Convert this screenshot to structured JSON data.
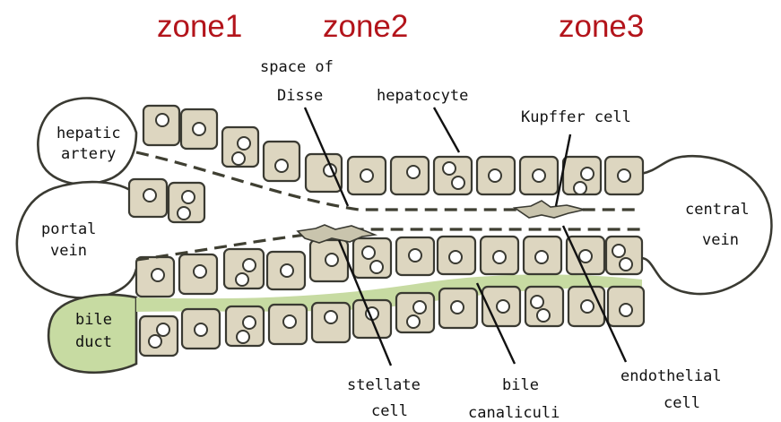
{
  "zones": [
    "zone1",
    "zone2",
    "zone3"
  ],
  "zone_color": "#b3141b",
  "labels": {
    "hepatic_artery": [
      "hepatic",
      "artery"
    ],
    "portal_vein": [
      "portal",
      "vein"
    ],
    "bile_duct": [
      "bile",
      "duct"
    ],
    "central_vein": [
      "central",
      "vein"
    ],
    "space_of_disse": [
      "space of",
      "Disse"
    ],
    "hepatocyte": [
      "hepatocyte"
    ],
    "kupffer_cell": [
      "Kupffer cell"
    ],
    "stellate_cell": [
      "stellate",
      "cell"
    ],
    "bile_canaliculi": [
      "bile",
      "canaliculi"
    ],
    "endothelial_cell": [
      "endothelial",
      "cell"
    ]
  },
  "colors": {
    "hepatocyte_fill": "#ddd6c0",
    "bile_fill": "#c7dba2",
    "outline": "#3a3a32"
  }
}
